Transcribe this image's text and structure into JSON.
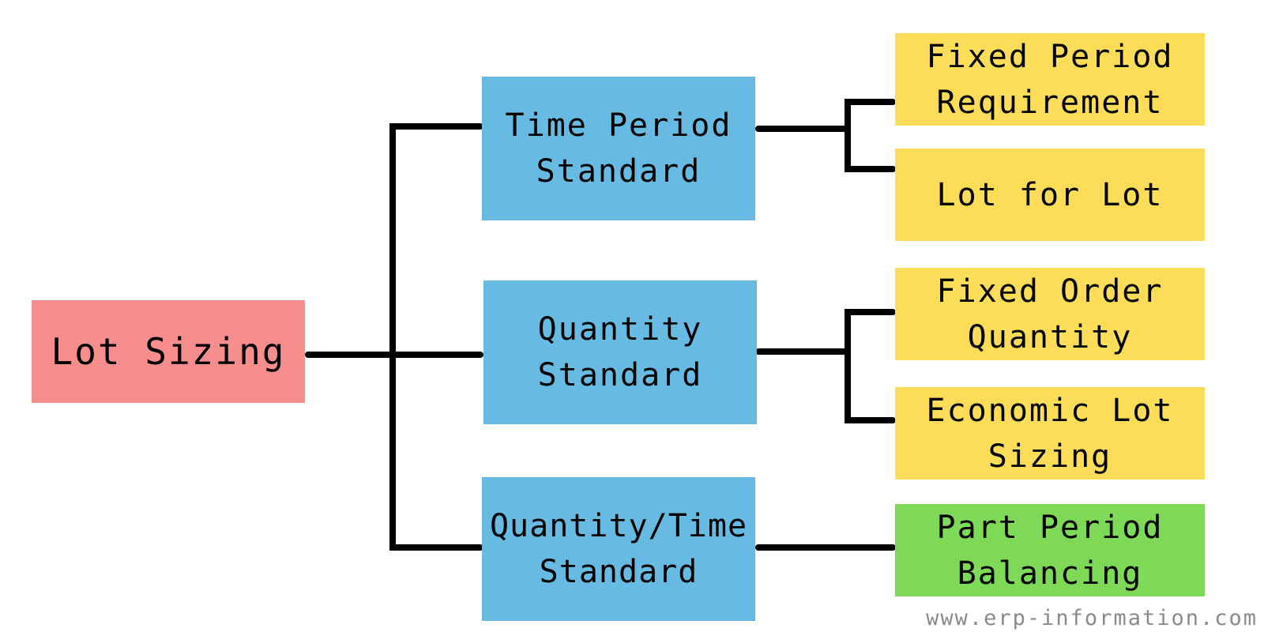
{
  "diagram": {
    "root": {
      "label": "Lot Sizing",
      "color": "#f78e8e"
    },
    "categories": [
      {
        "label": "Time Period\nStandard",
        "color": "#67bbe3",
        "methods": [
          {
            "label": "Fixed Period\nRequirement",
            "color": "#fddc58"
          },
          {
            "label": "Lot for Lot",
            "color": "#fddc58"
          }
        ]
      },
      {
        "label": "Quantity\nStandard",
        "color": "#67bbe3",
        "methods": [
          {
            "label": "Fixed Order\nQuantity",
            "color": "#fddc58"
          },
          {
            "label": "Economic Lot\nSizing",
            "color": "#fddc58"
          }
        ]
      },
      {
        "label": "Quantity/Time\nStandard",
        "color": "#67bbe3",
        "methods": [
          {
            "label": "Part Period\nBalancing",
            "color": "#7ed957"
          }
        ]
      }
    ]
  },
  "footer": {
    "watermark": "www.erp-information.com"
  }
}
